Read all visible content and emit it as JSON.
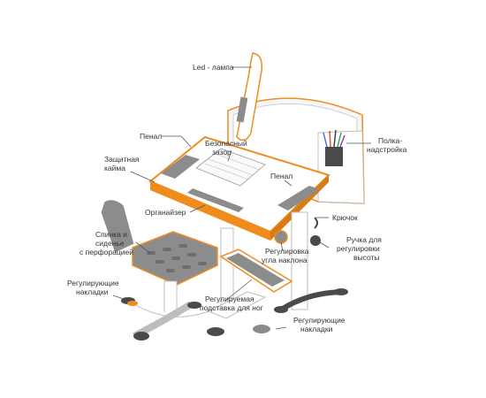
{
  "labels": {
    "led_lamp": "Led - лампа",
    "pencil_case": "Пенал",
    "safe_gap_1": "Безопасный",
    "safe_gap_2": "зазор",
    "shelf_1": "Полка-",
    "shelf_2": "надстройка",
    "edge_1": "Защитная",
    "edge_2": "кайма",
    "pencil_case_2": "Пенал",
    "organizer": "Органайзер",
    "hook": "Крючок",
    "seat_1": "Спинка и",
    "seat_2": "сиденье",
    "seat_3": "с перфорацией",
    "tilt_1": "Регулировка",
    "tilt_2": "угла наклона",
    "height_1": "Ручка для",
    "height_2": "регулировки",
    "height_3": "высоты",
    "pads_1": "Регулирующие",
    "pads_2": "накладки",
    "footrest_1": "Регулируемая",
    "footrest_2": "подставка для ног",
    "pads2_1": "Регулирующие",
    "pads2_2": "накладки"
  },
  "colors": {
    "accent": "#F08C1E",
    "gray": "#8C8C8C",
    "dark": "#4A4A4A",
    "outline": "#BDBDBD"
  }
}
